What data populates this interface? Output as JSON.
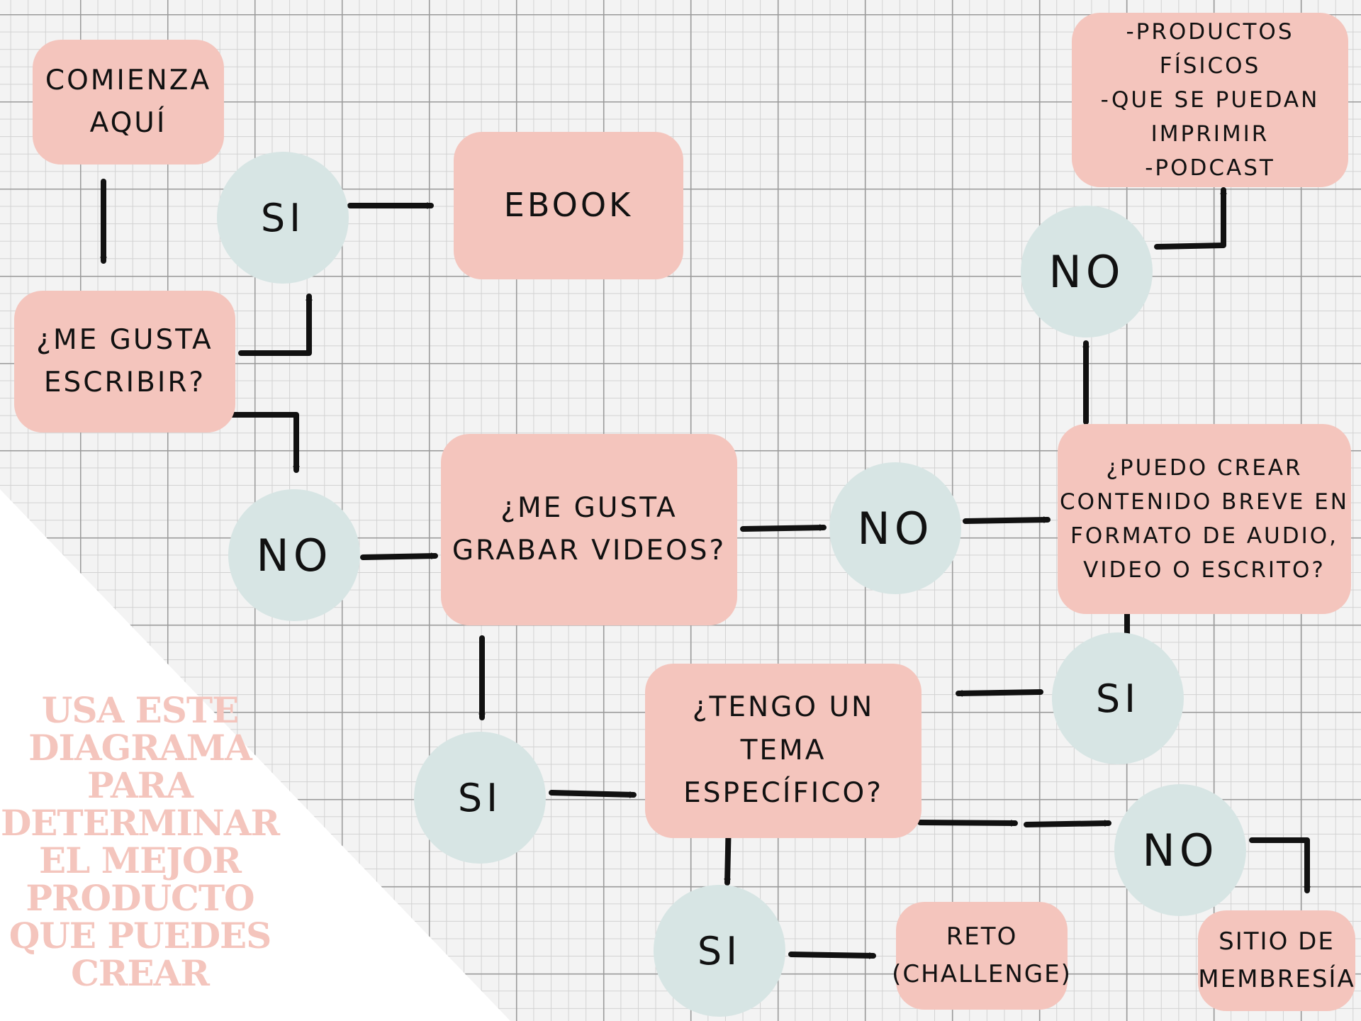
{
  "diagram": {
    "start": "COMIENZA\nAQUÍ",
    "q_write": "¿ME GUSTA\nESCRIBIR?",
    "ebook": "EBOOK",
    "q_video": "¿ME GUSTA\nGRABAR VIDEOS?",
    "q_short": "¿PUEDO CREAR\nCONTENIDO BREVE EN\nFORMATO DE AUDIO,\nVIDEO O ESCRITO?",
    "physical": "-PRODUCTOS FÍSICOS\n-QUE SE PUEDAN\nIMPRIMIR\n-PODCAST",
    "q_topic": "¿TENGO UN TEMA\nESPECÍFICO?",
    "challenge": "RETO\n(CHALLENGE)",
    "membership": "SITIO DE\nMEMBRESÍA",
    "yes": "SI",
    "no": "NO"
  },
  "note": "USA ESTE\nDIAGRAMA\nPARA\nDETERMINAR\nEL MEJOR\nPRODUCTO\nQUE PUEDES\nCREAR",
  "colors": {
    "box": "#f4c5bd",
    "circle": "#d7e5e4",
    "arrow": "#111111",
    "note": "#f4c5bd"
  }
}
